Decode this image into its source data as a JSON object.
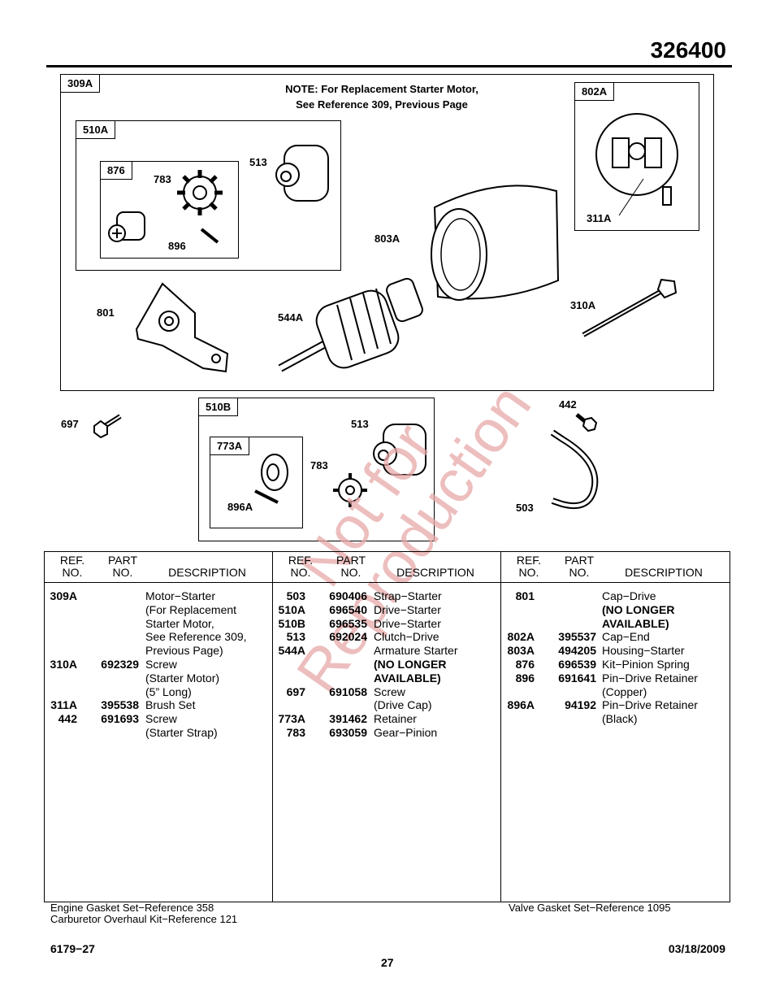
{
  "header": {
    "model": "326400"
  },
  "diagram": {
    "note": [
      "NOTE: For Replacement Starter Motor,",
      "See Reference 309, Previous Page"
    ],
    "groups": {
      "g309A": "309A",
      "g510A": "510A",
      "g876": "876",
      "g802A": "802A",
      "g510B": "510B",
      "g773A": "773A"
    },
    "callouts": {
      "c783a": "783",
      "c896": "896",
      "c513a": "513",
      "c803A": "803A",
      "c311A": "311A",
      "c801": "801",
      "c544A": "544A",
      "c310A": "310A",
      "c697": "697",
      "c513b": "513",
      "c783b": "783",
      "c896A": "896A",
      "c442": "442",
      "c503": "503"
    }
  },
  "watermark": {
    "line1": "Not for",
    "line2": "Reproduction"
  },
  "table": {
    "headers": {
      "ref": [
        "REF.",
        "NO."
      ],
      "part": [
        "PART",
        "NO."
      ],
      "desc": "DESCRIPTION"
    },
    "columns": [
      [
        {
          "ref": "309A",
          "part": "",
          "desc": "Motor−Starter"
        },
        {
          "ref": "",
          "part": "",
          "desc": "(For Replacement"
        },
        {
          "ref": "",
          "part": "",
          "desc": "Starter Motor,"
        },
        {
          "ref": "",
          "part": "",
          "desc": "See Reference 309,"
        },
        {
          "ref": "",
          "part": "",
          "desc": "Previous Page)"
        },
        {
          "ref": "310A",
          "part": "692329",
          "desc": "Screw"
        },
        {
          "ref": "",
          "part": "",
          "desc": "(Starter Motor)"
        },
        {
          "ref": "",
          "part": "",
          "desc": "(5” Long)"
        },
        {
          "ref": "311A",
          "part": "395538",
          "desc": "Brush Set"
        },
        {
          "ref": "442",
          "part": "691693",
          "desc": "Screw"
        },
        {
          "ref": "",
          "part": "",
          "desc": "(Starter Strap)"
        }
      ],
      [
        {
          "ref": "503",
          "part": "690406",
          "desc": "Strap−Starter"
        },
        {
          "ref": "510A",
          "part": "696540",
          "desc": "Drive−Starter"
        },
        {
          "ref": "510B",
          "part": "696535",
          "desc": "Drive−Starter"
        },
        {
          "ref": "513",
          "part": "692024",
          "desc": "Clutch−Drive"
        },
        {
          "ref": "544A",
          "part": "",
          "desc": "Armature Starter"
        },
        {
          "ref": "",
          "part": "",
          "desc": "(NO LONGER",
          "bold": true
        },
        {
          "ref": "",
          "part": "",
          "desc": "AVAILABLE)",
          "bold": true
        },
        {
          "ref": "697",
          "part": "691058",
          "desc": "Screw"
        },
        {
          "ref": "",
          "part": "",
          "desc": "(Drive Cap)"
        },
        {
          "ref": "773A",
          "part": "391462",
          "desc": "Retainer"
        },
        {
          "ref": "783",
          "part": "693059",
          "desc": "Gear−Pinion"
        }
      ],
      [
        {
          "ref": "801",
          "part": "",
          "desc": "Cap−Drive"
        },
        {
          "ref": "",
          "part": "",
          "desc": "(NO LONGER",
          "bold": true
        },
        {
          "ref": "",
          "part": "",
          "desc": "AVAILABLE)",
          "bold": true
        },
        {
          "ref": "802A",
          "part": "395537",
          "desc": "Cap−End"
        },
        {
          "ref": "803A",
          "part": "494205",
          "desc": "Housing−Starter"
        },
        {
          "ref": "876",
          "part": "696539",
          "desc": "Kit−Pinion Spring"
        },
        {
          "ref": "896",
          "part": "691641",
          "desc": "Pin−Drive Retainer"
        },
        {
          "ref": "",
          "part": "",
          "desc": "(Copper)"
        },
        {
          "ref": "896A",
          "part": "94192",
          "desc": "Pin−Drive Retainer"
        },
        {
          "ref": "",
          "part": "",
          "desc": "(Black)"
        }
      ]
    ]
  },
  "notes": {
    "left": [
      "Engine Gasket Set−Reference 358",
      "Carburetor Overhaul Kit−Reference 121"
    ],
    "right": "Valve Gasket Set−Reference 1095"
  },
  "footer": {
    "doc": "6179−27",
    "page": "27",
    "date": "03/18/2009"
  }
}
